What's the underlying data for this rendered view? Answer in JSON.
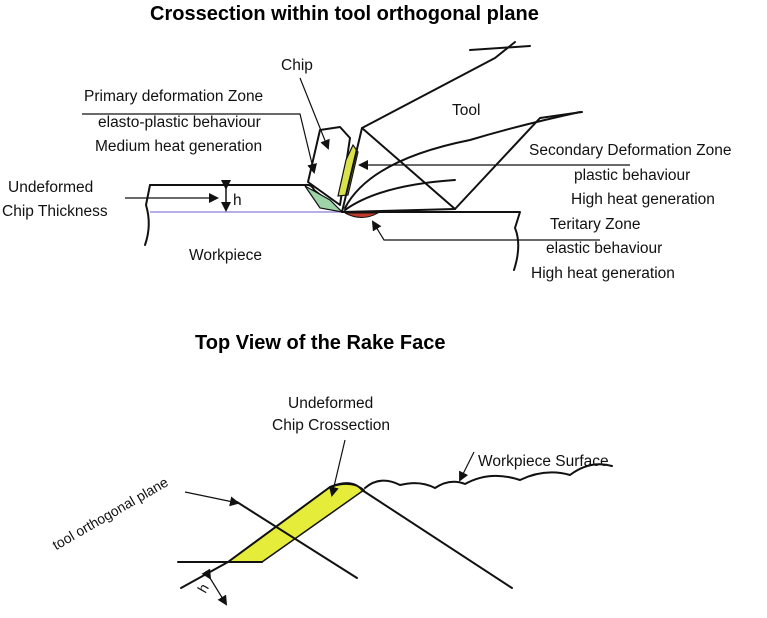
{
  "section1": {
    "title": "Crossection within tool orthogonal plane",
    "labels": {
      "chip": "Chip",
      "tool": "Tool",
      "primary_zone": "Primary  deformation Zone",
      "elasto_plastic": "elasto-plastic behaviour",
      "medium_heat": "Medium heat generation",
      "undeformed": "Undeformed",
      "chip_thickness": "Chip Thickness",
      "h": "h",
      "workpiece": "Workpiece",
      "secondary_zone": "Secondary Deformation  Zone",
      "plastic_behaviour": "plastic behaviour",
      "high_heat_1": "High heat generation",
      "tertiary_zone": "Teritary Zone",
      "elastic_behaviour": "elastic behaviour",
      "high_heat_2": "High heat generation"
    }
  },
  "section2": {
    "title": "Top View of the Rake Face",
    "labels": {
      "undeformed": "Undeformed",
      "chip_crossection": "Chip Crossection",
      "workpiece_surface": "Workpiece Surface",
      "tool_plane": "tool orthogonal plane",
      "h": "h"
    }
  },
  "colors": {
    "primary_zone": "#9fd3a8",
    "secondary_zone": "#d9e24a",
    "tertiary_zone": "#c0392b",
    "chip_section": "#e6ec3a",
    "cut_line": "#8b7fd8"
  }
}
